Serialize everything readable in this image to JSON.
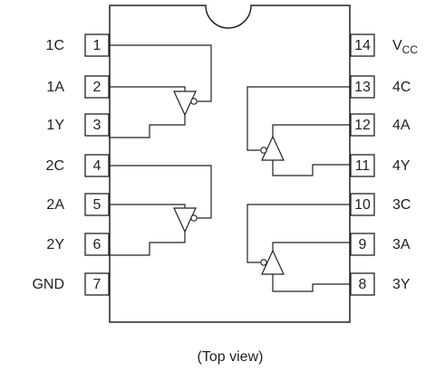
{
  "pins_left": [
    {
      "num": "1",
      "label": "1C"
    },
    {
      "num": "2",
      "label": "1A"
    },
    {
      "num": "3",
      "label": "1Y"
    },
    {
      "num": "4",
      "label": "2C"
    },
    {
      "num": "5",
      "label": "2A"
    },
    {
      "num": "6",
      "label": "2Y"
    },
    {
      "num": "7",
      "label": "GND"
    }
  ],
  "pins_right": [
    {
      "num": "14",
      "label_main": "V",
      "label_sub": "CC"
    },
    {
      "num": "13",
      "label_main": "4C",
      "label_sub": ""
    },
    {
      "num": "12",
      "label_main": "4A",
      "label_sub": ""
    },
    {
      "num": "11",
      "label_main": "4Y",
      "label_sub": ""
    },
    {
      "num": "10",
      "label_main": "3C",
      "label_sub": ""
    },
    {
      "num": "9",
      "label_main": "3A",
      "label_sub": ""
    },
    {
      "num": "8",
      "label_main": "3Y",
      "label_sub": ""
    }
  ],
  "caption": "(Top view)"
}
